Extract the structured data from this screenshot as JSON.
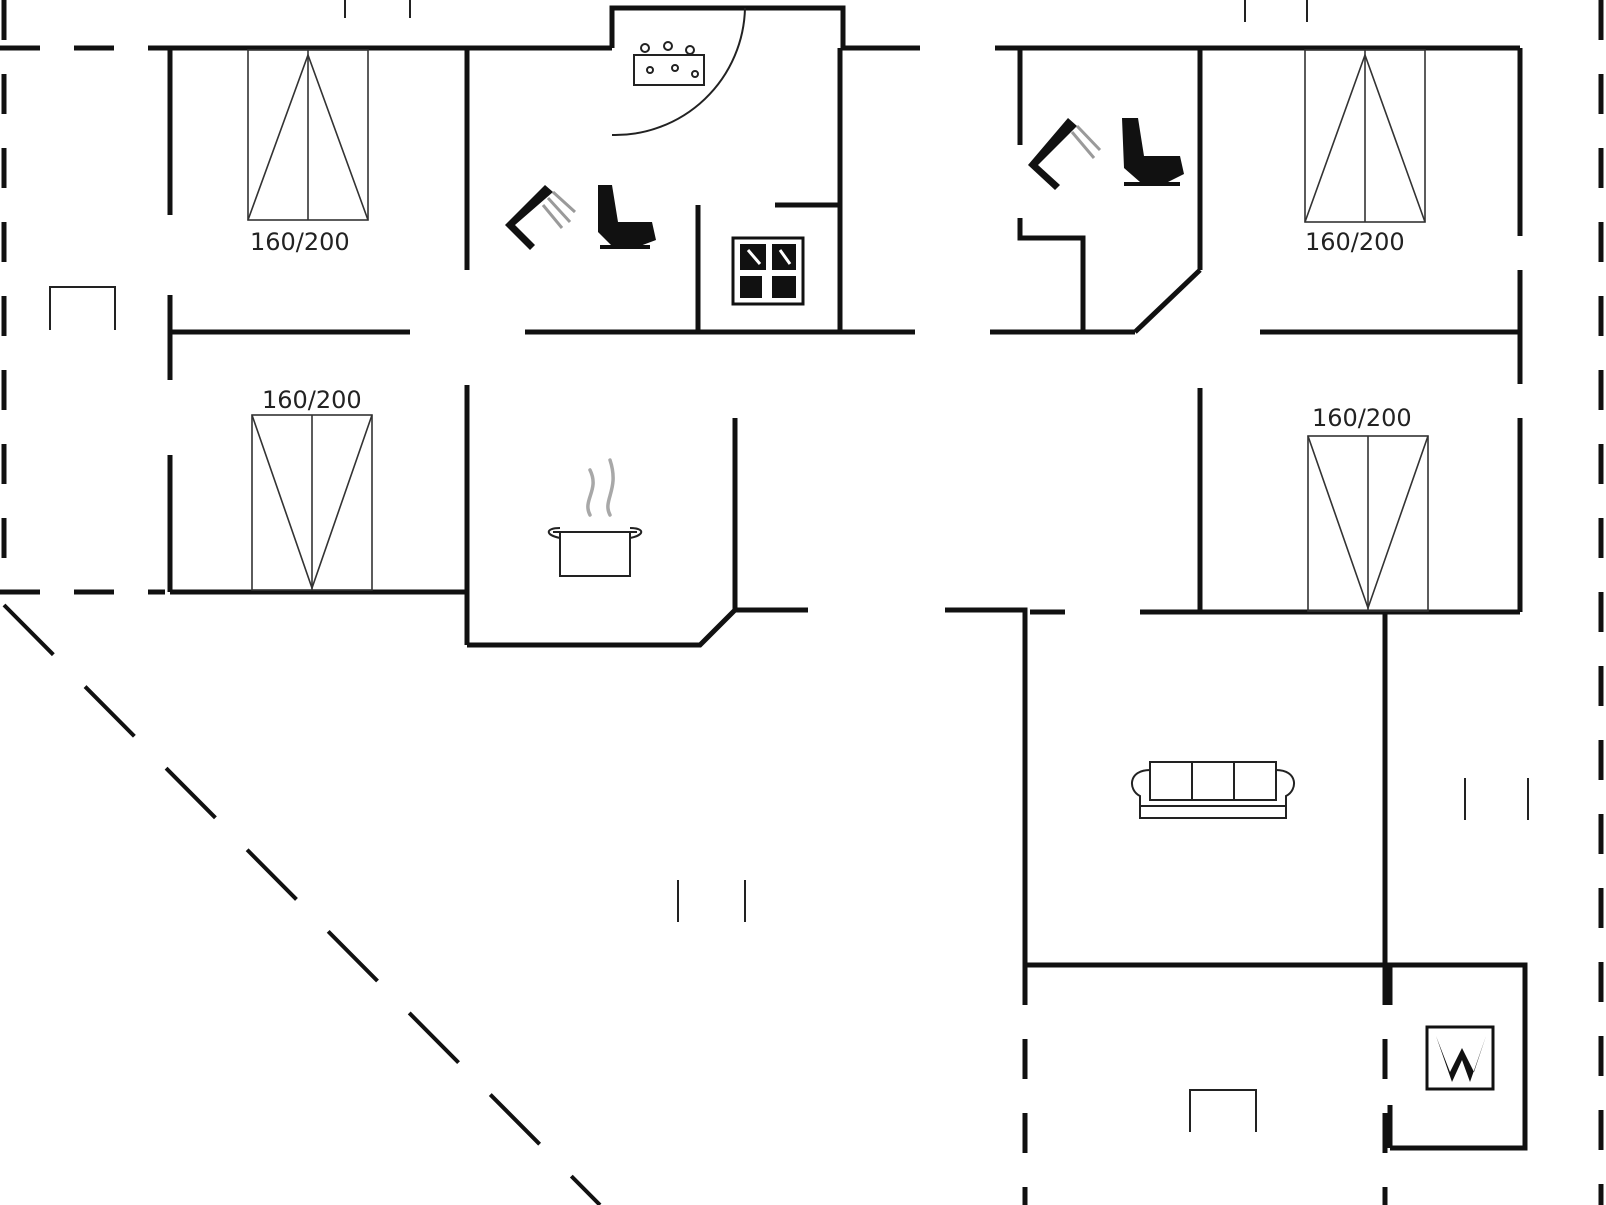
{
  "plan": {
    "bed_labels": [
      "160/200",
      "160/200",
      "160/200",
      "160/200"
    ]
  }
}
